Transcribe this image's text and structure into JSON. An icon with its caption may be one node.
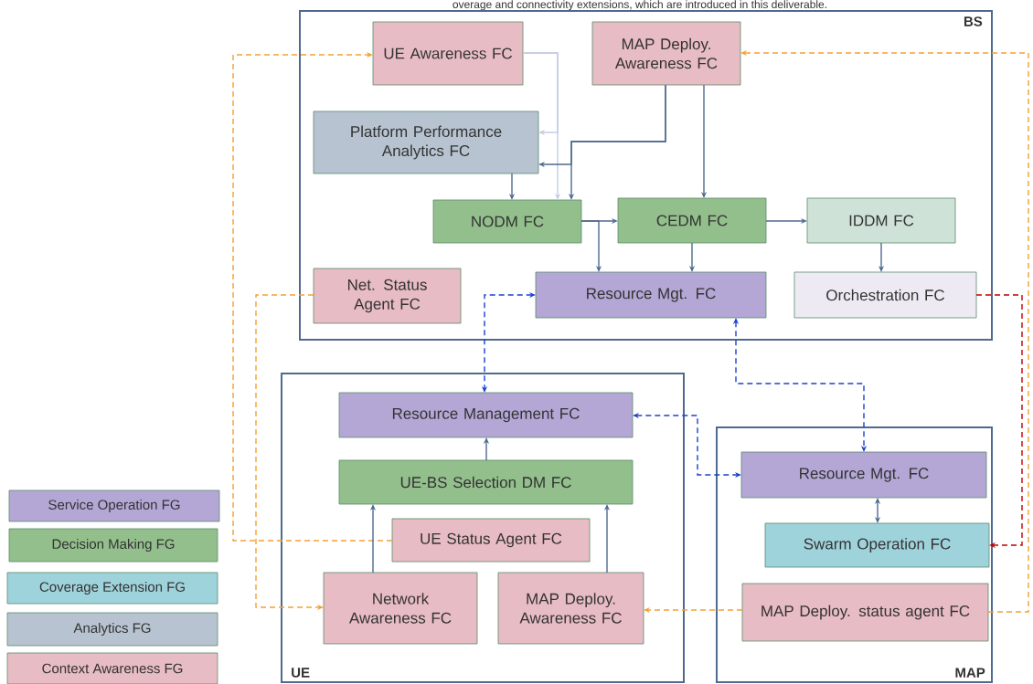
{
  "diagram": {
    "nodes": [
      {
        "text": [
          "BS"
        ]
      },
      {
        "text": [
          "UE Awareness FC"
        ],
        "in": 0
      },
      {
        "text": [
          "MAP Deploy. Awareness FC"
        ],
        "in": 0
      },
      {
        "text": [
          "Platform Performance Analytics FC"
        ],
        "in": 0
      },
      {
        "text": [
          "NODM FC"
        ],
        "in": 0
      },
      {
        "text": [
          "CEDM FC"
        ],
        "in": 0
      },
      {
        "text": [
          "IDDM FC"
        ],
        "in": 0
      },
      {
        "text": [
          "Net. Status Agent FC"
        ],
        "in": 0
      },
      {
        "text": [
          "Resource Mgt. FC"
        ],
        "in": 0
      },
      {
        "text": [
          "Orchestration FC"
        ],
        "in": 0
      },
      {
        "text": [
          "UE"
        ]
      },
      {
        "text": [
          "Resource Management FC"
        ],
        "in": 10
      },
      {
        "text": [
          "UE-BS Selection DM FC"
        ],
        "in": 10
      },
      {
        "text": [
          "UE Status Agent FC"
        ],
        "in": 10
      },
      {
        "text": [
          "Network Awareness FC"
        ],
        "in": 10
      },
      {
        "text": [
          "MAP Deploy. Awareness FC"
        ],
        "in": 10
      },
      {
        "text": [
          "MAP"
        ]
      },
      {
        "text": [
          "Resource Mgt. FC"
        ],
        "in": 16
      },
      {
        "text": [
          "Swarm Operation FC"
        ],
        "in": 16
      },
      {
        "text": [
          "MAP Deploy. status agent FC"
        ],
        "in": 16
      }
    ],
    "edges": [
      {
        "from": 13,
        "to": 1,
        "arrow": "to",
        "style": "dashed",
        "color": "#f5a033"
      },
      {
        "from": 7,
        "to": 14,
        "arrow": "to",
        "style": "dashed",
        "color": "#f5a033"
      },
      {
        "from": 19,
        "to": 15,
        "arrow": "to",
        "style": "dashed",
        "color": "#f5a033"
      },
      {
        "from": 19,
        "to": 2,
        "arrow": "to",
        "style": "dashed",
        "color": "#f5a033"
      },
      {
        "from": 1,
        "to": 3,
        "arrow": "to",
        "color": "#c3cde0"
      },
      {
        "from": 1,
        "to": 4,
        "arrow": "to",
        "color": "#c3cde0"
      },
      {
        "from": 2,
        "to": 3,
        "arrow": "to"
      },
      {
        "from": 2,
        "to": 4,
        "arrow": "to"
      },
      {
        "from": 2,
        "to": 5,
        "arrow": "to"
      },
      {
        "from": 3,
        "to": 4,
        "arrow": "to"
      },
      {
        "from": 4,
        "to": 5,
        "arrow": "to"
      },
      {
        "from": 4,
        "to": 8,
        "arrow": "to"
      },
      {
        "from": 5,
        "to": 8,
        "arrow": "to"
      },
      {
        "from": 5,
        "to": 6,
        "arrow": "to"
      },
      {
        "from": 6,
        "to": 9,
        "arrow": "to"
      },
      {
        "from": 9,
        "to": 18,
        "arrow": "to",
        "style": "dashed",
        "color": "#c00000"
      },
      {
        "from": 8,
        "to": 11,
        "arrow": "both",
        "style": "dashed",
        "color": "#1a40d0"
      },
      {
        "from": 8,
        "to": 17,
        "arrow": "both",
        "style": "dashed",
        "color": "#1a40d0"
      },
      {
        "from": 11,
        "to": 17,
        "arrow": "both",
        "style": "dashed",
        "color": "#1a40d0"
      },
      {
        "from": 12,
        "to": 11,
        "arrow": "to"
      },
      {
        "from": 14,
        "to": 12,
        "arrow": "to"
      },
      {
        "from": 15,
        "to": 12,
        "arrow": "to"
      },
      {
        "from": 17,
        "to": 18,
        "arrow": "both"
      }
    ],
    "labels": [
      "overage and connectivity extensions, which are introduced in this deliverable."
    ],
    "legend": [
      {
        "text": "Service Operation FG",
        "color": "#b4a7d6"
      },
      {
        "text": "Decision Making FG",
        "color": "#93bf8c"
      },
      {
        "text": "Coverage Extension FG",
        "color": "#9fd3dc"
      },
      {
        "text": "Analytics FG",
        "color": "#b7c3d0"
      },
      {
        "text": "Context Awareness FG",
        "color": "#e8bcc4"
      }
    ]
  }
}
